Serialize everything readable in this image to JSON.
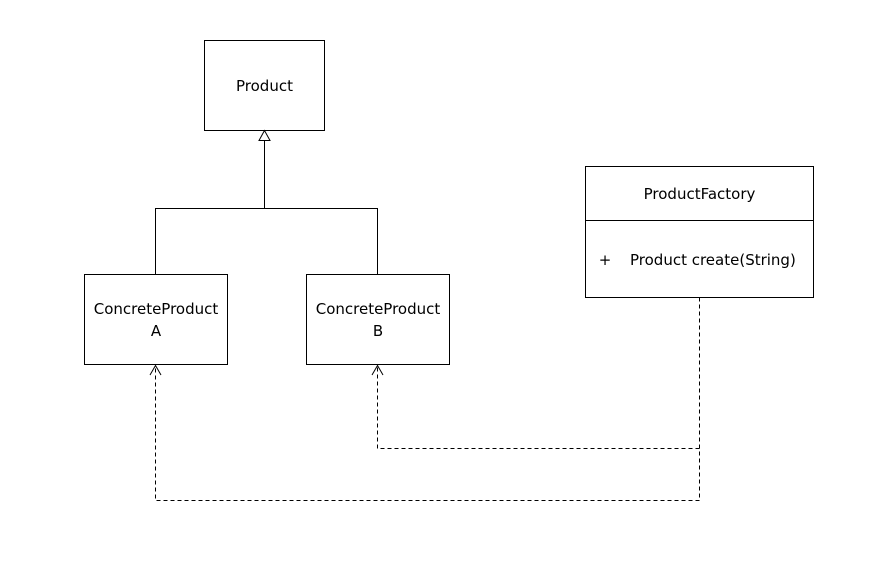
{
  "classes": {
    "product": {
      "name": "Product"
    },
    "concrete_a": {
      "name_line1": "ConcreteProduct",
      "name_line2": "A"
    },
    "concrete_b": {
      "name_line1": "ConcreteProduct",
      "name_line2": "B"
    },
    "factory": {
      "name": "ProductFactory",
      "method_visibility": "+",
      "method": "Product create(String)"
    }
  },
  "relationships": [
    {
      "type": "generalization",
      "from": "ConcreteProduct A",
      "to": "Product"
    },
    {
      "type": "generalization",
      "from": "ConcreteProduct B",
      "to": "Product"
    },
    {
      "type": "dependency",
      "from": "ProductFactory",
      "to": "ConcreteProduct A"
    },
    {
      "type": "dependency",
      "from": "ProductFactory",
      "to": "ConcreteProduct B"
    }
  ],
  "colors": {
    "line": "#000000",
    "box_fill": "#ffffff"
  }
}
